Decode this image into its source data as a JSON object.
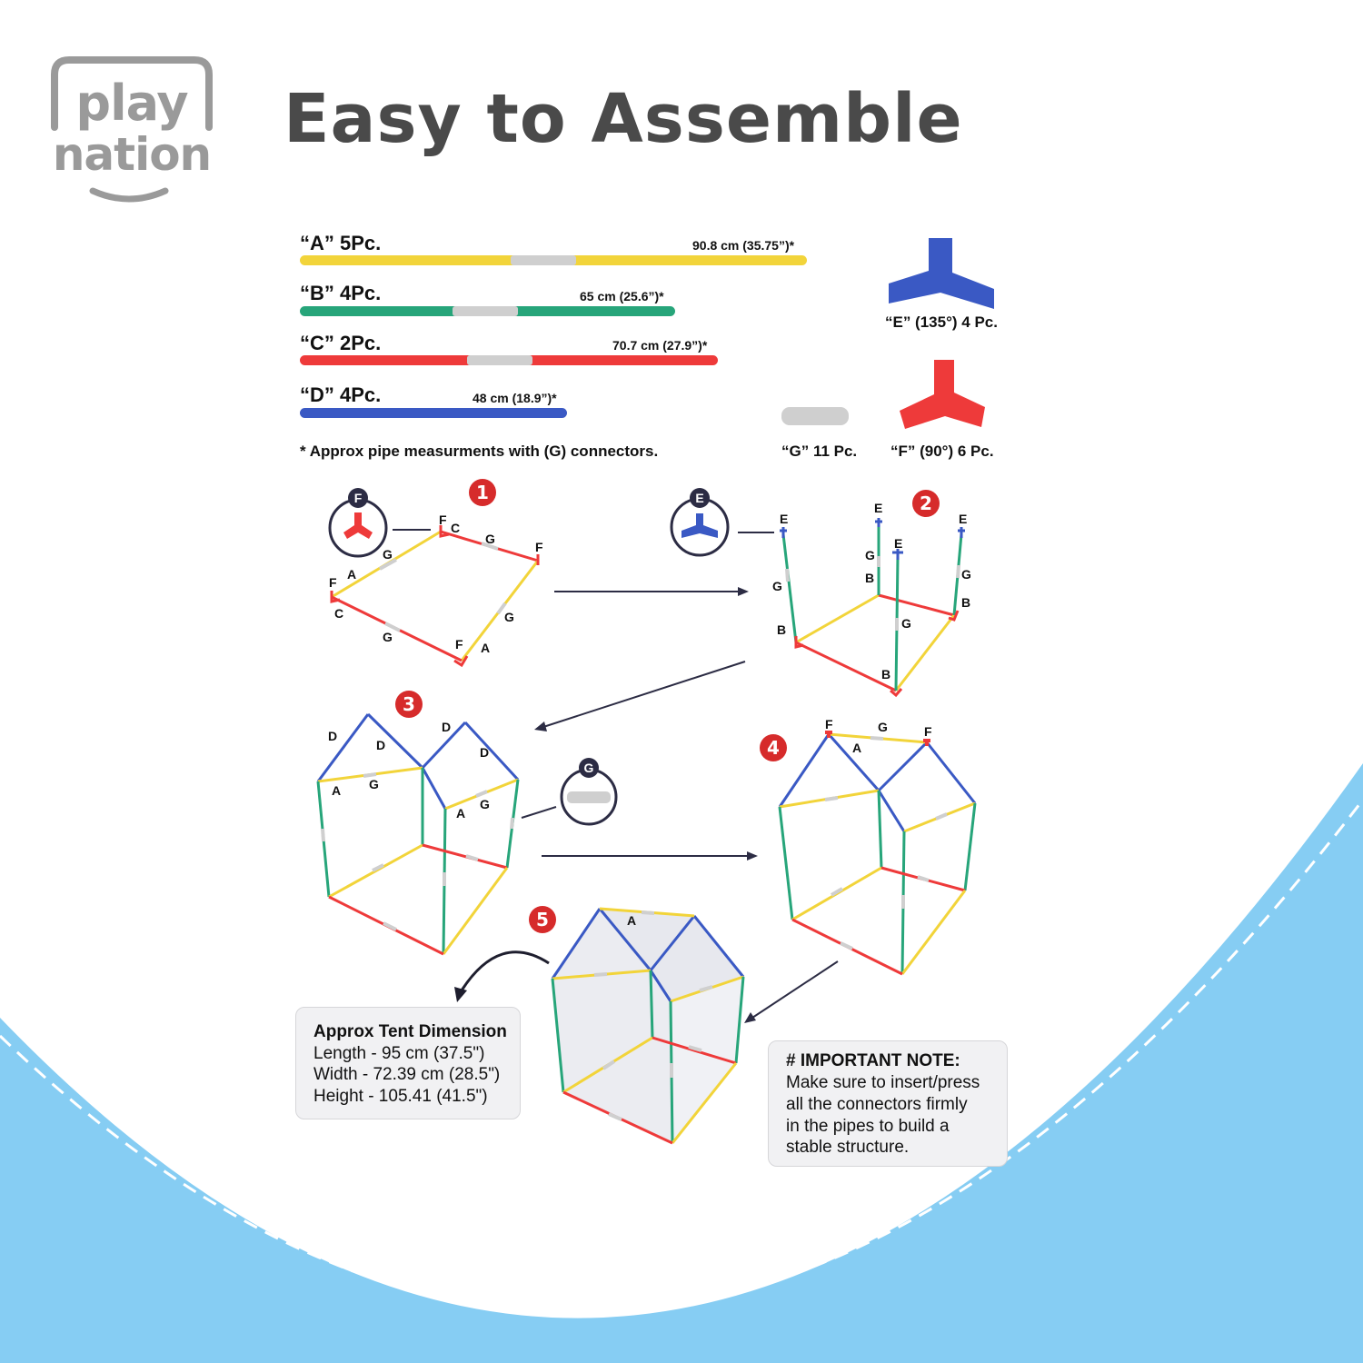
{
  "brand": {
    "line1": "play",
    "line2": "nation"
  },
  "title": "Easy to Assemble",
  "pipes": [
    {
      "label": "“A” 5Pc.",
      "measure": "90.8 cm (35.75”)*",
      "color": "#f2d43a"
    },
    {
      "label": "“B” 4Pc.",
      "measure": "65 cm (25.6”)*",
      "color": "#27a57a"
    },
    {
      "label": "“C” 2Pc.",
      "measure": "70.7 cm (27.9”)*",
      "color": "#ee3a3a"
    },
    {
      "label": "“D” 4Pc.",
      "measure": "48 cm (18.9”)*",
      "color": "#3a59c4"
    }
  ],
  "footnote": "* Approx pipe measurments with (G) connectors.",
  "connectors": {
    "e_label": "“E” (135°) 4 Pc.",
    "f_label": "“F” (90°) 6 Pc.",
    "g_label": "“G” 11 Pc."
  },
  "steps": {
    "s1": "1",
    "s2": "2",
    "s3": "3",
    "s4": "4",
    "s5": "5",
    "callout_f": "F",
    "callout_e": "E",
    "callout_g": "G"
  },
  "part_letters": {
    "A": "A",
    "B": "B",
    "C": "C",
    "D": "D",
    "E": "E",
    "F": "F",
    "G": "G"
  },
  "dimension_box": {
    "heading": "Approx Tent Dimension",
    "length": "Length - 95 cm (37.5\")",
    "width": "Width - 72.39 cm (28.5\")",
    "height": "Height - 105.41 (41.5\")"
  },
  "note_box": {
    "heading": "# IMPORTANT NOTE:",
    "line1": "Make sure to insert/press",
    "line2": "all the connectors firmly",
    "line3": "in the pipes to build a",
    "line4": "stable structure."
  },
  "colors": {
    "yellow": "#f2d43a",
    "green": "#27a57a",
    "red": "#ee3a3a",
    "blue": "#3a59c4",
    "grey_connector": "#cfcfcf",
    "sky_blue": "#86cdf3",
    "title_grey": "#4a4a4a",
    "logo_grey": "#9a9a9a"
  }
}
